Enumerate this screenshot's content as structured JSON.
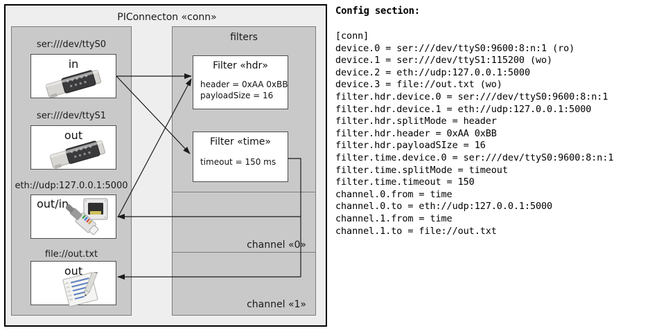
{
  "diagram": {
    "frame_title": "PIConnecton «conn»",
    "devices_panel": {
      "nodes": [
        {
          "caption": "ser:///dev/ttyS0",
          "label": "in",
          "icon": "serial-port-icon"
        },
        {
          "caption": "ser:///dev/ttyS1",
          "label": "out",
          "icon": "serial-port-icon"
        },
        {
          "caption": "eth://udp:127.0.0.1:5000",
          "label": "out/in",
          "icon": "ethernet-plug-icon"
        },
        {
          "caption": "file://out.txt",
          "label": "out",
          "icon": "notepad-icon"
        }
      ]
    },
    "filters_panel": {
      "title": "filters",
      "filters": [
        {
          "title": "Filter «hdr»",
          "props": [
            "header = 0xAA 0xBB",
            "payloadSize = 16"
          ]
        },
        {
          "title": "Filter «time»",
          "props": [
            "timeout = 150 ms"
          ]
        }
      ]
    },
    "channels": [
      {
        "label": "channel «0»"
      },
      {
        "label": "channel «1»"
      }
    ]
  },
  "config": {
    "heading": "Config section:",
    "lines": [
      "[conn]",
      "device.0 = ser:///dev/ttyS0:9600:8:n:1 (ro)",
      "device.1 = ser:///dev/ttyS1:115200 (wo)",
      "device.2 = eth://udp:127.0.0.1:5000",
      "device.3 = file://out.txt (wo)",
      "filter.hdr.device.0 = ser:///dev/ttyS0:9600:8:n:1",
      "filter.hdr.device.1 = eth://udp:127.0.0.1:5000",
      "filter.hdr.splitMode = header",
      "filter.hdr.header = 0xAA 0xBB",
      "filter.hdr.payloadSIze = 16",
      "filter.time.device.0 = ser:///dev/ttyS0:9600:8:n:1",
      "filter.time.splitMode = timeout",
      "filter.time.timeout = 150",
      "channel.0.from = time",
      "channel.0.to = eth://udp:127.0.0.1:5000",
      "channel.1.from = time",
      "channel.1.to = file://out.txt"
    ]
  },
  "colors": {
    "frame_bg": "#eeeeee",
    "panel_bg": "#c9c9c9",
    "node_bg": "#ffffff",
    "border": "#000000",
    "wire": "#1a1a1a"
  }
}
